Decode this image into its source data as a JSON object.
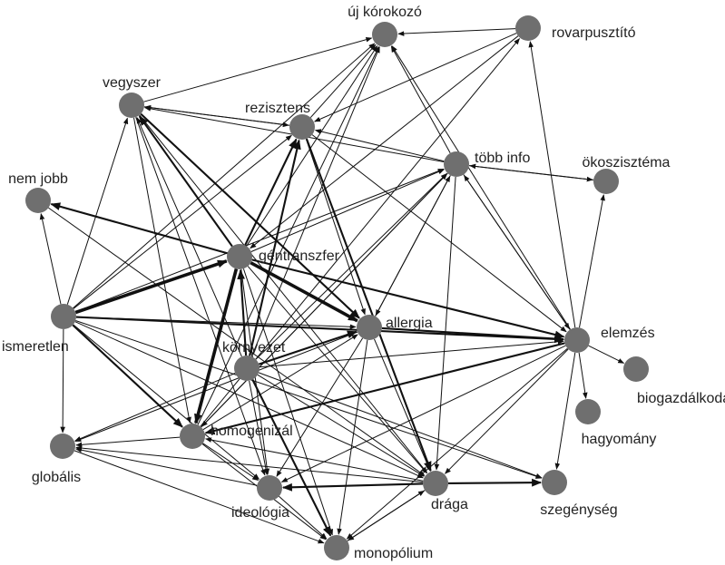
{
  "diagram": {
    "type": "directed-network",
    "colors": {
      "node": "#6f6f6f",
      "edge": "#111111",
      "label": "#222222",
      "background": "#ffffff"
    },
    "nodes": [
      {
        "id": "uj",
        "label": "új kórokozó"
      },
      {
        "id": "rovar",
        "label": "rovarpusztító"
      },
      {
        "id": "vegy",
        "label": "vegyszer"
      },
      {
        "id": "rez",
        "label": "rezisztens"
      },
      {
        "id": "tobb",
        "label": "több info"
      },
      {
        "id": "oko",
        "label": "ökoszisztéma"
      },
      {
        "id": "nem",
        "label": "nem jobb"
      },
      {
        "id": "gen",
        "label": "géntranszfer"
      },
      {
        "id": "isme",
        "label": "ismeretlen"
      },
      {
        "id": "all",
        "label": "allergia"
      },
      {
        "id": "elem",
        "label": "elemzés"
      },
      {
        "id": "korny",
        "label": "környezet"
      },
      {
        "id": "bio",
        "label": "biogazdálkodás"
      },
      {
        "id": "hagy",
        "label": "hagyomány"
      },
      {
        "id": "homo",
        "label": "homogenizál"
      },
      {
        "id": "glob",
        "label": "globális"
      },
      {
        "id": "ideo",
        "label": "ideológia"
      },
      {
        "id": "draga",
        "label": "drága"
      },
      {
        "id": "szeg",
        "label": "szegénység"
      },
      {
        "id": "mono",
        "label": "monopólium"
      }
    ],
    "edges": [
      {
        "from": "rovar",
        "to": "uj",
        "weight": 1
      },
      {
        "from": "vegy",
        "to": "uj",
        "weight": 1
      },
      {
        "from": "rez",
        "to": "uj",
        "weight": 1
      },
      {
        "from": "tobb",
        "to": "uj",
        "weight": 1
      },
      {
        "from": "gen",
        "to": "uj",
        "weight": 1
      },
      {
        "from": "isme",
        "to": "uj",
        "weight": 1
      },
      {
        "from": "elem",
        "to": "uj",
        "weight": 1
      },
      {
        "from": "korny",
        "to": "uj",
        "weight": 1
      },
      {
        "from": "homo",
        "to": "uj",
        "weight": 1
      },
      {
        "from": "rez",
        "to": "vegy",
        "weight": 1
      },
      {
        "from": "vegy",
        "to": "rez",
        "weight": 1
      },
      {
        "from": "rovar",
        "to": "rez",
        "weight": 1
      },
      {
        "from": "tobb",
        "to": "rez",
        "weight": 1
      },
      {
        "from": "tobb",
        "to": "vegy",
        "weight": 1
      },
      {
        "from": "tobb",
        "to": "oko",
        "weight": 1
      },
      {
        "from": "isme",
        "to": "vegy",
        "weight": 1
      },
      {
        "from": "isme",
        "to": "nem",
        "weight": 1
      },
      {
        "from": "gen",
        "to": "nem",
        "weight": 2
      },
      {
        "from": "isme",
        "to": "rez",
        "weight": 1
      },
      {
        "from": "isme",
        "to": "gen",
        "weight": 3
      },
      {
        "from": "isme",
        "to": "all",
        "weight": 1
      },
      {
        "from": "isme",
        "to": "elem",
        "weight": 2
      },
      {
        "from": "isme",
        "to": "homo",
        "weight": 2
      },
      {
        "from": "isme",
        "to": "draga",
        "weight": 1
      },
      {
        "from": "isme",
        "to": "tobb",
        "weight": 1
      },
      {
        "from": "isme",
        "to": "ideo",
        "weight": 1
      },
      {
        "from": "isme",
        "to": "szeg",
        "weight": 1
      },
      {
        "from": "gen",
        "to": "rez",
        "weight": 2
      },
      {
        "from": "gen",
        "to": "vegy",
        "weight": 2
      },
      {
        "from": "gen",
        "to": "all",
        "weight": 3
      },
      {
        "from": "gen",
        "to": "homo",
        "weight": 3
      },
      {
        "from": "gen",
        "to": "elem",
        "weight": 2
      },
      {
        "from": "gen",
        "to": "tobb",
        "weight": 1
      },
      {
        "from": "gen",
        "to": "ideo",
        "weight": 1
      },
      {
        "from": "gen",
        "to": "mono",
        "weight": 1
      },
      {
        "from": "gen",
        "to": "draga",
        "weight": 1
      },
      {
        "from": "vegy",
        "to": "all",
        "weight": 2
      },
      {
        "from": "vegy",
        "to": "homo",
        "weight": 1
      },
      {
        "from": "vegy",
        "to": "draga",
        "weight": 1
      },
      {
        "from": "vegy",
        "to": "ideo",
        "weight": 1
      },
      {
        "from": "rez",
        "to": "all",
        "weight": 1
      },
      {
        "from": "rez",
        "to": "elem",
        "weight": 1
      },
      {
        "from": "rez",
        "to": "draga",
        "weight": 2
      },
      {
        "from": "korny",
        "to": "rez",
        "weight": 2
      },
      {
        "from": "korny",
        "to": "gen",
        "weight": 2
      },
      {
        "from": "korny",
        "to": "vegy",
        "weight": 1
      },
      {
        "from": "korny",
        "to": "all",
        "weight": 2
      },
      {
        "from": "korny",
        "to": "tobb",
        "weight": 1
      },
      {
        "from": "korny",
        "to": "glob",
        "weight": 1
      },
      {
        "from": "korny",
        "to": "ideo",
        "weight": 1
      },
      {
        "from": "korny",
        "to": "mono",
        "weight": 2
      },
      {
        "from": "korny",
        "to": "draga",
        "weight": 1
      },
      {
        "from": "korny",
        "to": "szeg",
        "weight": 1
      },
      {
        "from": "korny",
        "to": "elem",
        "weight": 1
      },
      {
        "from": "all",
        "to": "elem",
        "weight": 2
      },
      {
        "from": "all",
        "to": "draga",
        "weight": 1
      },
      {
        "from": "all",
        "to": "mono",
        "weight": 1
      },
      {
        "from": "all",
        "to": "glob",
        "weight": 1
      },
      {
        "from": "all",
        "to": "ideo",
        "weight": 1
      },
      {
        "from": "all",
        "to": "tobb",
        "weight": 1
      },
      {
        "from": "elem",
        "to": "bio",
        "weight": 1
      },
      {
        "from": "elem",
        "to": "hagy",
        "weight": 1
      },
      {
        "from": "elem",
        "to": "oko",
        "weight": 1
      },
      {
        "from": "elem",
        "to": "szeg",
        "weight": 1
      },
      {
        "from": "elem",
        "to": "draga",
        "weight": 1
      },
      {
        "from": "elem",
        "to": "mono",
        "weight": 1
      },
      {
        "from": "elem",
        "to": "ideo",
        "weight": 1
      },
      {
        "from": "elem",
        "to": "homo",
        "weight": 2
      },
      {
        "from": "elem",
        "to": "rovar",
        "weight": 1
      },
      {
        "from": "elem",
        "to": "tobb",
        "weight": 1
      },
      {
        "from": "tobb",
        "to": "elem",
        "weight": 1
      },
      {
        "from": "tobb",
        "to": "all",
        "weight": 1
      },
      {
        "from": "tobb",
        "to": "draga",
        "weight": 1
      },
      {
        "from": "tobb",
        "to": "homo",
        "weight": 1
      },
      {
        "from": "homo",
        "to": "glob",
        "weight": 1
      },
      {
        "from": "homo",
        "to": "ideo",
        "weight": 1
      },
      {
        "from": "homo",
        "to": "mono",
        "weight": 1
      },
      {
        "from": "homo",
        "to": "tobb",
        "weight": 1
      },
      {
        "from": "homo",
        "to": "rovar",
        "weight": 1
      },
      {
        "from": "homo",
        "to": "all",
        "weight": 1
      },
      {
        "from": "draga",
        "to": "ideo",
        "weight": 2
      },
      {
        "from": "draga",
        "to": "szeg",
        "weight": 2
      },
      {
        "from": "draga",
        "to": "mono",
        "weight": 1
      },
      {
        "from": "draga",
        "to": "glob",
        "weight": 1
      },
      {
        "from": "draga",
        "to": "homo",
        "weight": 1
      },
      {
        "from": "ideo",
        "to": "mono",
        "weight": 1
      },
      {
        "from": "ideo",
        "to": "glob",
        "weight": 1
      },
      {
        "from": "glob",
        "to": "mono",
        "weight": 1
      },
      {
        "from": "mono",
        "to": "draga",
        "weight": 1
      },
      {
        "from": "nem",
        "to": "draga",
        "weight": 1
      },
      {
        "from": "isme",
        "to": "glob",
        "weight": 1
      },
      {
        "from": "rovar",
        "to": "gen",
        "weight": 1
      },
      {
        "from": "oko",
        "to": "tobb",
        "weight": 1
      }
    ]
  }
}
